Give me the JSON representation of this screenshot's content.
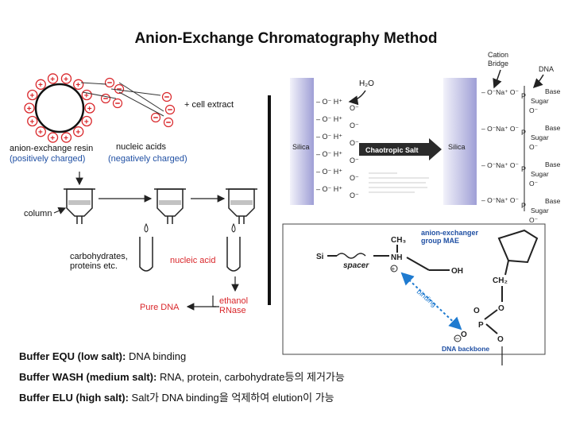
{
  "title": "Anion-Exchange Chromatography Method",
  "left_panel": {
    "cell_extract": "+ cell extract",
    "resin_label": "anion-exchange resin",
    "resin_charge": "(positively charged)",
    "nucleic_label": "nucleic acids",
    "nucleic_charge": "(negatively charged)",
    "column": "column",
    "carbohydrates_1": "carbohydrates,",
    "carbohydrates_2": "proteins  etc.",
    "nucleic_acid": "nucleic acid",
    "pure_dna": "Pure DNA",
    "ethanol": "ethanol",
    "rnase": "RNase"
  },
  "silica_panel": {
    "h2o": "H₂O",
    "silica_left": "Silica",
    "chaotropic": "Chaotropic Salt",
    "silica_right": "Silica",
    "cation_bridge_1": "Cation",
    "cation_bridge_2": "Bridge",
    "dna": "DNA",
    "base": "Base",
    "sugar": "Sugar"
  },
  "mae_panel": {
    "group_1": "anion-exchanger",
    "group_2": "group MAE",
    "si": "Si",
    "spacer": "spacer",
    "ch3": "CH₃",
    "nh": "NH",
    "oh": "OH",
    "ch2": "CH₂",
    "binding": "binding",
    "o": "O",
    "p": "P",
    "dna_backbone": "DNA backbone"
  },
  "buffers": [
    {
      "name": "Buffer EQU (low salt):",
      "desc": " DNA binding"
    },
    {
      "name": "Buffer WASH (medium salt):",
      "desc": " RNA, protein, carbohydrate등의 제거가능"
    },
    {
      "name": "Buffer ELU (high salt):",
      "desc": " Salt가 DNA binding을 억제하여 elution이 가능"
    }
  ],
  "colors": {
    "red": "#d9262a",
    "blue": "#1f4fa3",
    "silica": "#b8b8e0"
  }
}
